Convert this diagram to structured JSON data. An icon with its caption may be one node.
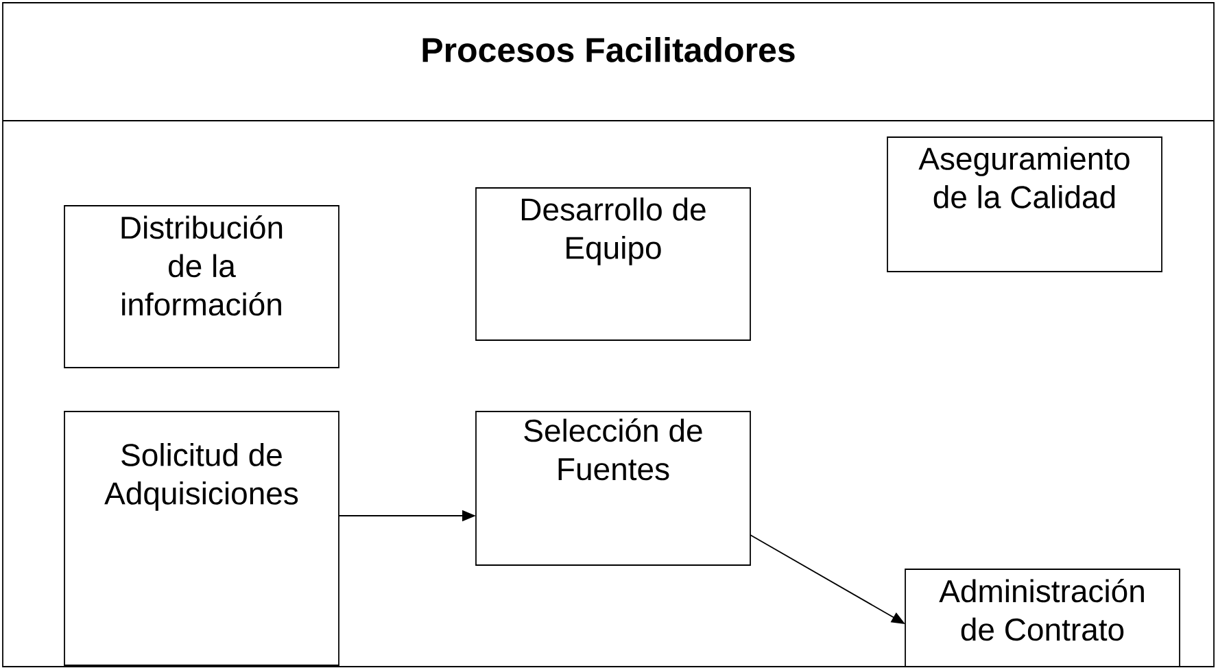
{
  "diagram": {
    "nodes": [
      {
        "text": [
          "Procesos Facilitadores"
        ]
      },
      {
        "text": [
          "Distribución de la información"
        ],
        "in": 0
      },
      {
        "text": [
          "Desarrollo de Equipo"
        ],
        "in": 0
      },
      {
        "text": [
          "Aseguramiento de la Calidad"
        ],
        "in": 0
      },
      {
        "text": [
          "Solicitud de Adquisiciones"
        ],
        "in": 0
      },
      {
        "text": [
          "Selección de Fuentes"
        ],
        "in": 0
      },
      {
        "text": [
          "Administración de Contrato"
        ],
        "in": 0
      }
    ],
    "edges": [
      {
        "from": 4,
        "to": 5,
        "arrow": "to"
      },
      {
        "from": 5,
        "to": 6,
        "arrow": "to"
      }
    ]
  }
}
